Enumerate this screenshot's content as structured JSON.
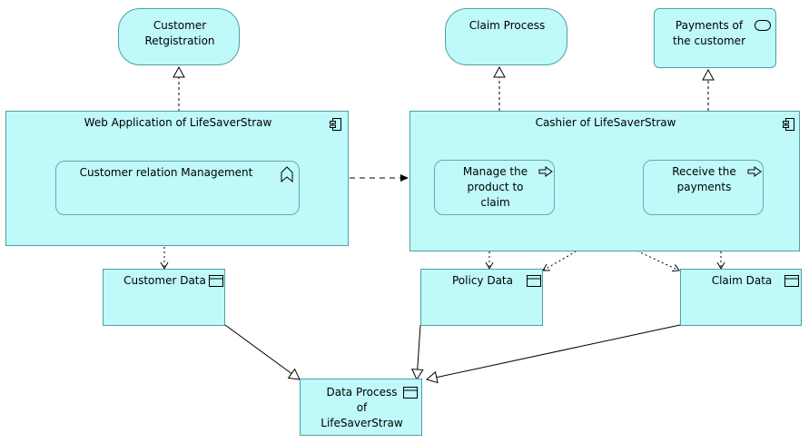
{
  "diagram": {
    "services": {
      "customer_registration": "Customer\nRetgistration",
      "claim_process": "Claim Process",
      "payments": "Payments of\nthe customer"
    },
    "components": {
      "web_app": "Web Application of LifeSaverStraw",
      "cashier": "Cashier of LifeSaverStraw"
    },
    "functions": {
      "crm": "Customer relation Management",
      "manage_product": "Manage the\nproduct to\nclaim",
      "receive_payments": "Receive the\npayments"
    },
    "data_objects": {
      "customer_data": "Customer Data",
      "policy_data": "Policy Data",
      "claim_data": "Claim Data",
      "data_process": "Data Process\nof\nLifeSaverStraw"
    },
    "icons": {
      "component": "component-icon",
      "service": "service-icon",
      "function": "function-icon",
      "process": "process-arrow-icon",
      "data": "data-object-icon"
    },
    "colors": {
      "fill": "#bff9f9",
      "border": "#4f9fa2",
      "line": "#000000"
    }
  }
}
